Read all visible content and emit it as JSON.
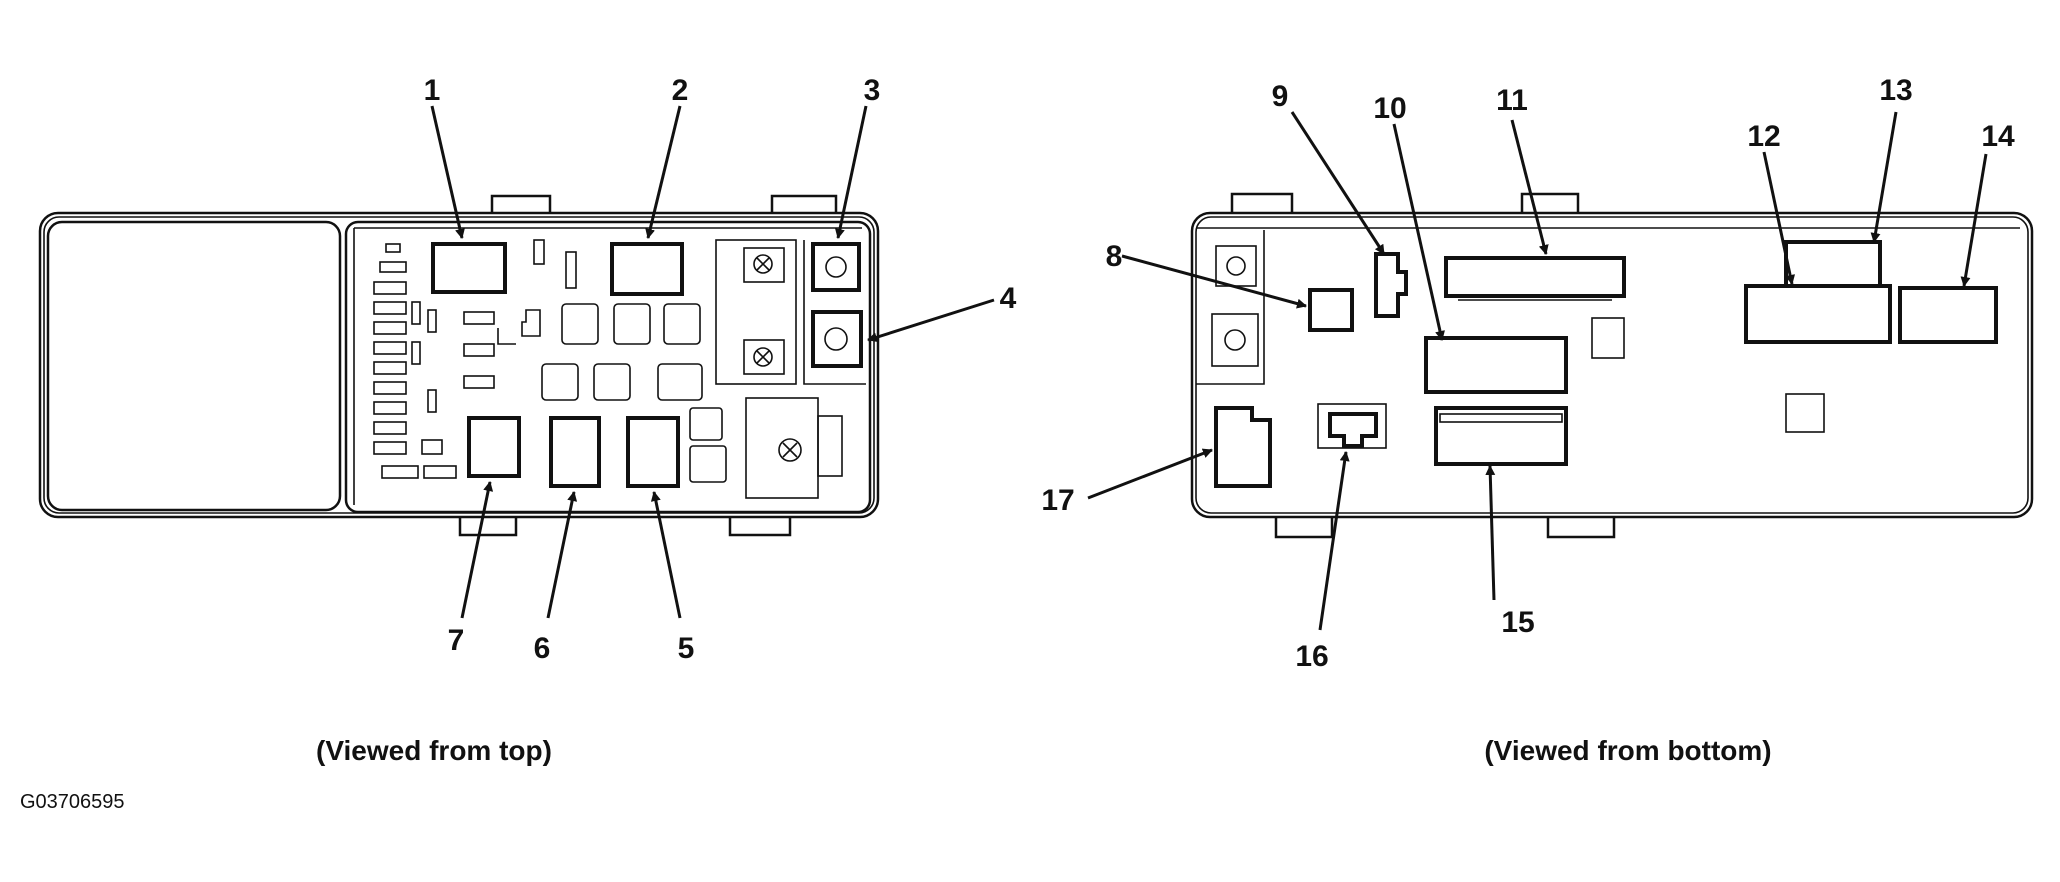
{
  "top_view": {
    "caption": "(Viewed from top)",
    "callouts": [
      "1",
      "2",
      "3",
      "4",
      "5",
      "6",
      "7"
    ]
  },
  "bottom_view": {
    "caption": "(Viewed from bottom)",
    "callouts": [
      "8",
      "9",
      "10",
      "11",
      "12",
      "13",
      "14",
      "15",
      "16",
      "17"
    ]
  },
  "figure_code": "G03706595"
}
